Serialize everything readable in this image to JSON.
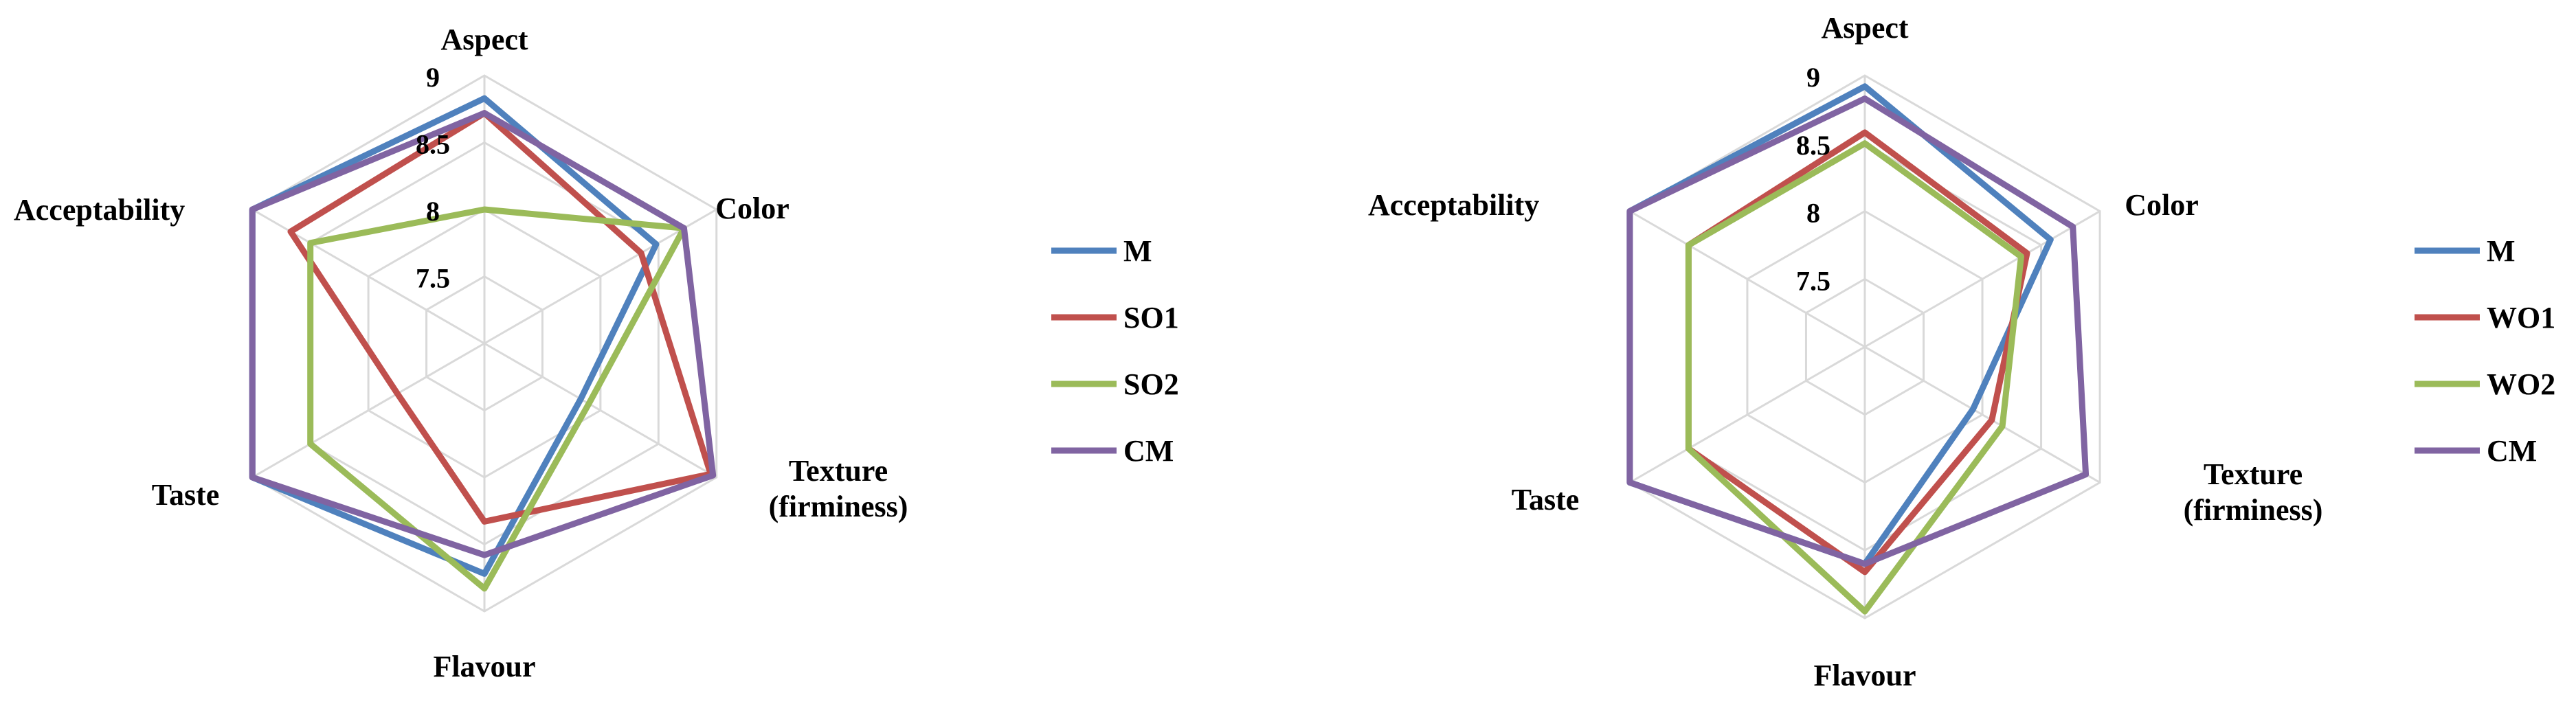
{
  "chart_data": [
    {
      "type": "radar",
      "axes": [
        "Aspect",
        "Color",
        "Texture (firminess)",
        "Flavour",
        "Taste",
        "Acceptability"
      ],
      "axis_label_lines": [
        [
          "Aspect"
        ],
        [
          "Color"
        ],
        [
          "Texture",
          "(firminess)"
        ],
        [
          "Flavour"
        ],
        [
          "Taste"
        ],
        [
          "Acceptability"
        ]
      ],
      "rlim": [
        7,
        9
      ],
      "ticks": [
        7.5,
        8,
        8.5,
        9
      ],
      "tick_labels": [
        "7.5",
        "8",
        "8.5",
        "9"
      ],
      "grid": true,
      "legend_position": "right",
      "series": [
        {
          "name": "M",
          "color": "#4F81BD",
          "values": [
            8.83,
            8.48,
            7.83,
            8.72,
            9.0,
            9.0
          ]
        },
        {
          "name": "SO1",
          "color": "#C0504D",
          "values": [
            8.72,
            8.35,
            8.95,
            8.33,
            7.75,
            8.67
          ]
        },
        {
          "name": "SO2",
          "color": "#9BBB59",
          "values": [
            8.0,
            8.72,
            7.9,
            8.83,
            8.5,
            8.5
          ]
        },
        {
          "name": "CM",
          "color": "#8064A2",
          "values": [
            8.72,
            8.72,
            8.97,
            8.58,
            9.0,
            9.0
          ]
        }
      ]
    },
    {
      "type": "radar",
      "axes": [
        "Aspect",
        "Color",
        "Texture (firminess)",
        "Flavour",
        "Taste",
        "Acceptability"
      ],
      "axis_label_lines": [
        [
          "Aspect"
        ],
        [
          "Color"
        ],
        [
          "Texture",
          "(firminess)"
        ],
        [
          "Flavour"
        ],
        [
          "Taste"
        ],
        [
          "Acceptability"
        ]
      ],
      "rlim": [
        7,
        9
      ],
      "ticks": [
        7.5,
        8,
        8.5,
        9
      ],
      "tick_labels": [
        "7.5",
        "8",
        "8.5",
        "9"
      ],
      "grid": true,
      "legend_position": "right",
      "series": [
        {
          "name": "M",
          "color": "#4F81BD",
          "values": [
            8.92,
            8.58,
            7.92,
            8.6,
            9.0,
            9.0
          ]
        },
        {
          "name": "WO1",
          "color": "#C0504D",
          "values": [
            8.58,
            8.38,
            8.08,
            8.66,
            8.5,
            8.5
          ]
        },
        {
          "name": "WO2",
          "color": "#9BBB59",
          "values": [
            8.5,
            8.33,
            8.17,
            8.95,
            8.5,
            8.5
          ]
        },
        {
          "name": "CM",
          "color": "#8064A2",
          "values": [
            8.83,
            8.77,
            8.88,
            8.6,
            9.0,
            9.0
          ]
        }
      ]
    }
  ]
}
